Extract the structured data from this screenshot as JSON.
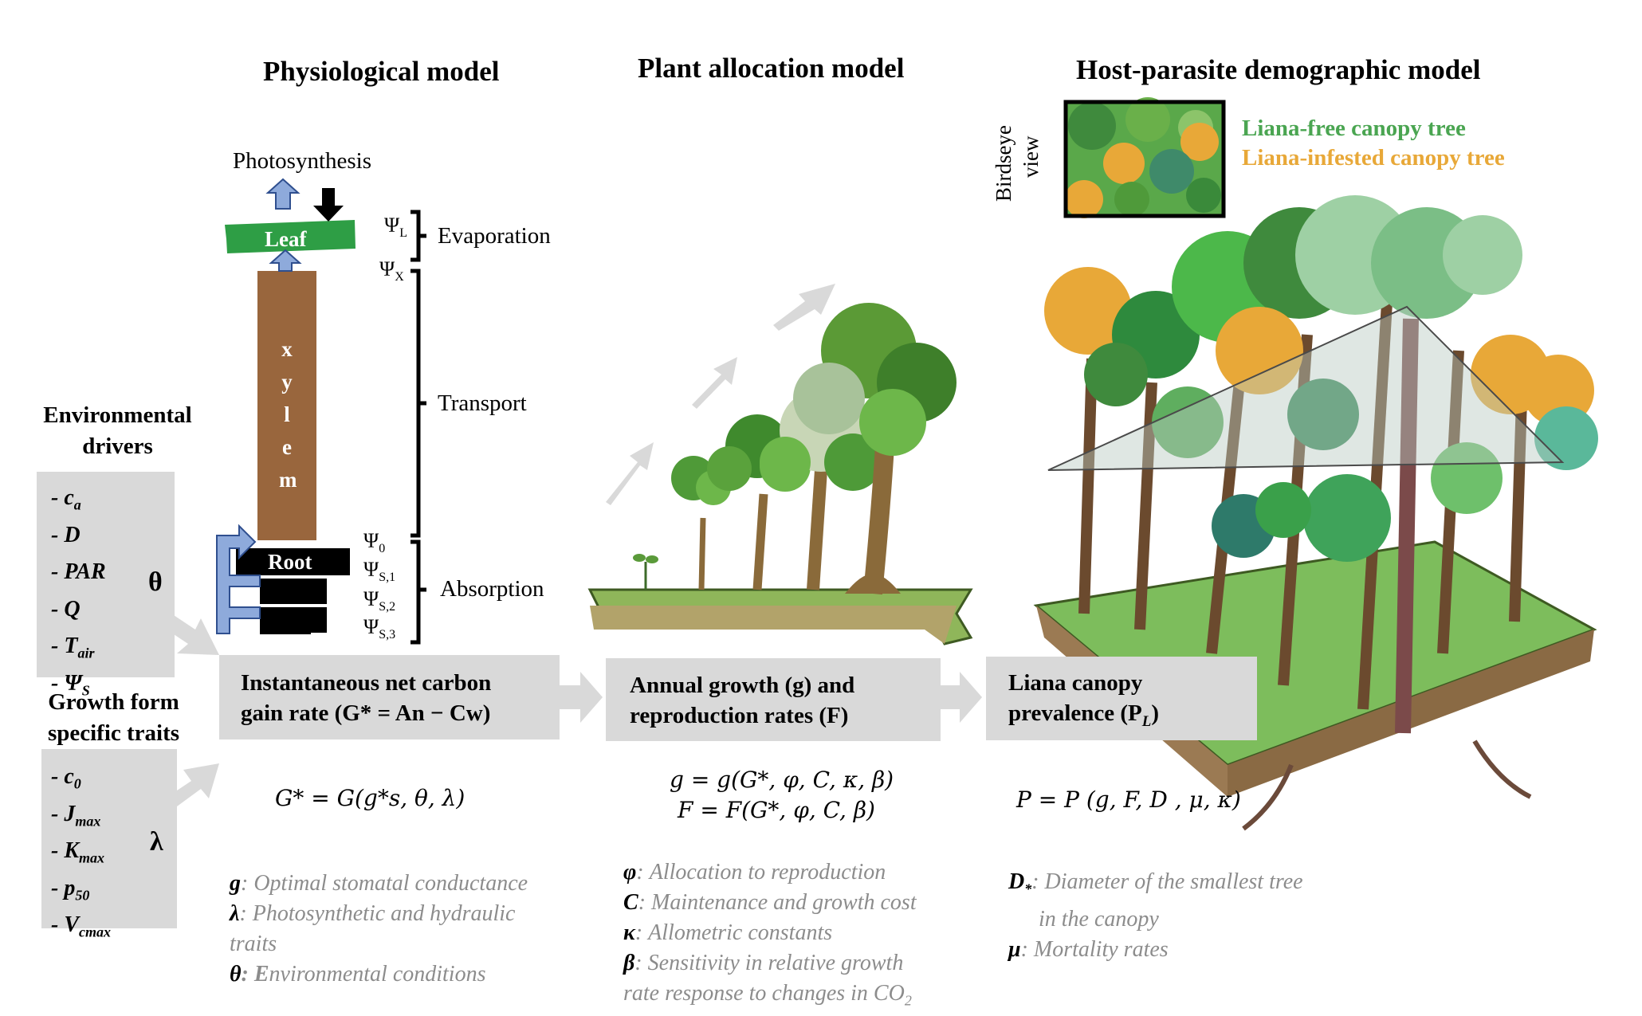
{
  "titles": {
    "physiological": "Physiological model",
    "allocation": "Plant allocation model",
    "demographic": "Host-parasite demographic model"
  },
  "environmental": {
    "heading": "Environmental drivers",
    "items": [
      "- c",
      "- D",
      "- PAR",
      "- Q",
      "- T",
      "- Ψ"
    ],
    "subscripts": [
      "a",
      "",
      "",
      "",
      "air",
      "S"
    ],
    "symbol": "θ"
  },
  "traits": {
    "heading": "Growth form specific traits",
    "items": [
      "- c",
      "- J",
      "- K",
      "- p",
      "- V"
    ],
    "subscripts": [
      "0",
      "max",
      "max",
      "50",
      "cmax"
    ],
    "symbol": "λ"
  },
  "physiology_diagram": {
    "photosynthesis": "Photosynthesis",
    "leaf": "Leaf",
    "xylem_letters": [
      "x",
      "y",
      "l",
      "e",
      "m"
    ],
    "root": "Root",
    "potentials": [
      "Ψ",
      "Ψ",
      "Ψ",
      "Ψ",
      "Ψ",
      "Ψ"
    ],
    "potential_subs": [
      "L",
      "X",
      "0",
      "S,1",
      "S,2",
      "S,3"
    ],
    "processes": [
      "Evaporation",
      "Transport",
      "Absorption"
    ]
  },
  "boxes": {
    "carbon_gain_line1": "Instantaneous net carbon",
    "carbon_gain_line2": "gain rate (G* = An − Cw)",
    "growth_line1": "Annual growth (g) and",
    "growth_line2": "reproduction rates (F)",
    "prevalence_line1": "Liana canopy",
    "prevalence_line2": "prevalence (P",
    "prevalence_sub": "L",
    "prevalence_close": ")"
  },
  "equations": {
    "g_star": "G* = G(g*s, θ, λ)",
    "growth": "g = g(G*, φ, C, κ, β)",
    "reproduction": "F = F(G*, φ, C, β)",
    "prevalence": "P   = P   (g, F, D  , μ, κ)"
  },
  "legend_phys": {
    "gs_sym": "g",
    "gs_text": ": Optimal stomatal conductance",
    "lambda_sym": "λ",
    "lambda_text": ": Photosynthetic and hydraulic",
    "lambda_text2": "traits",
    "theta_sym": "θ",
    "theta_text_bold": ": E",
    "theta_text": "nvironmental conditions"
  },
  "legend_alloc": {
    "phi_sym": "φ",
    "phi_text": ": Allocation to reproduction",
    "c_sym": "C",
    "c_text": ": Maintenance and growth cost",
    "kappa_sym": "κ",
    "kappa_text": ": Allometric constants",
    "beta_sym": "β",
    "beta_text": ": Sensitivity in relative growth",
    "beta_text2": "rate response to changes in CO",
    "beta_sub": "2"
  },
  "legend_demo": {
    "d_sym": "D",
    "d_sub": "*",
    "d_text": ": Diameter of the smallest tree",
    "d_text2": "in the canopy",
    "mu_sym": "μ",
    "mu_text": ": Mortality rates"
  },
  "birdseye": {
    "label_line1": "Birdseye",
    "label_line2": "view",
    "legend_free": "Liana-free canopy tree",
    "legend_infested": "Liana-infested canopy tree"
  },
  "colors": {
    "box_grey": "#d9d9d9",
    "leaf_green": "#2e9e45",
    "xylem_brown": "#99663d",
    "arrow_blue": "#8eaadb",
    "liana_free": "#4aa551",
    "liana_infested": "#e8a838",
    "legend_grey": "#8c8c8c"
  }
}
